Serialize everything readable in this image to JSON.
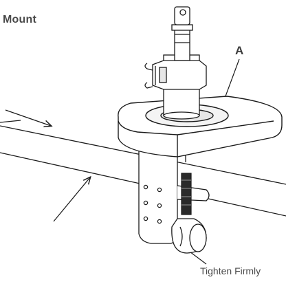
{
  "diagram": {
    "title": "Mount",
    "callout_a": "A",
    "caption": "Tighten Firmly"
  },
  "colors": {
    "line": "#1a1a1a",
    "text": "#4a4a4a",
    "shade": "#e6e6e6",
    "dark": "#2b2b2b"
  },
  "icons": [
    "arrow-icon",
    "mount-pole",
    "mount-base",
    "desk-clamp",
    "tightening-knob"
  ]
}
